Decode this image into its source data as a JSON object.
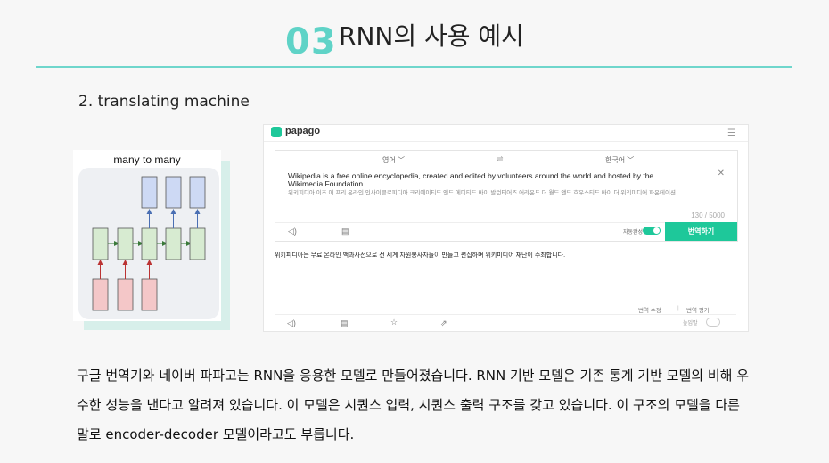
{
  "slide": {
    "number": "03",
    "title": "RNN의 사용 예시",
    "subtitle": "2. translating machine",
    "paragraph": "구글 번역기와 네이버 파파고는 RNN을 응용한 모델로 만들어졌습니다. RNN 기반 모델은 기존 통계 기반 모델의 비해 우수한 성능을 낸다고 알려져 있습니다. 이 모델은 시퀀스 입력, 시퀀스 출력 구조를 갖고 있습니다. 이 구조의 모델을 다른 말로 encoder-decoder 모델이라고도 부릅니다."
  },
  "diagram": {
    "label": "many to many",
    "colors": {
      "input": "#f4c7c8",
      "hidden": "#d7ebd1",
      "output": "#cdd9f4"
    }
  },
  "papago": {
    "brand": "papago",
    "source_lang": "영어 ﹀",
    "target_lang": "한국어 ﹀",
    "source_text": "Wikipedia is a free online encyclopedia, created and edited by volunteers around the world and hosted by the Wikimedia Foundation.",
    "pronunciation": "위키피디아 이즈 어 프리 온라인 인사이클로피디아 크리에이티드 앤드 에디티드 바이 발런티어즈 어라운드 더 월드 앤드 호우스티드 바이 더 위키미디어 파운데이션.",
    "char_count": "130 / 5000",
    "auto_label": "자동완성",
    "translate_button": "번역하기",
    "result_text": "위키피디아는 무료 온라인 백과사전으로 전 세계 자원봉사자들이 만들고 편집하며 위키미디어 재단이 주최합니다.",
    "edit_link": "번역 수정",
    "rate_link": "번역 평가",
    "sound_label": "높임말",
    "accent_color": "#1ec89a"
  }
}
